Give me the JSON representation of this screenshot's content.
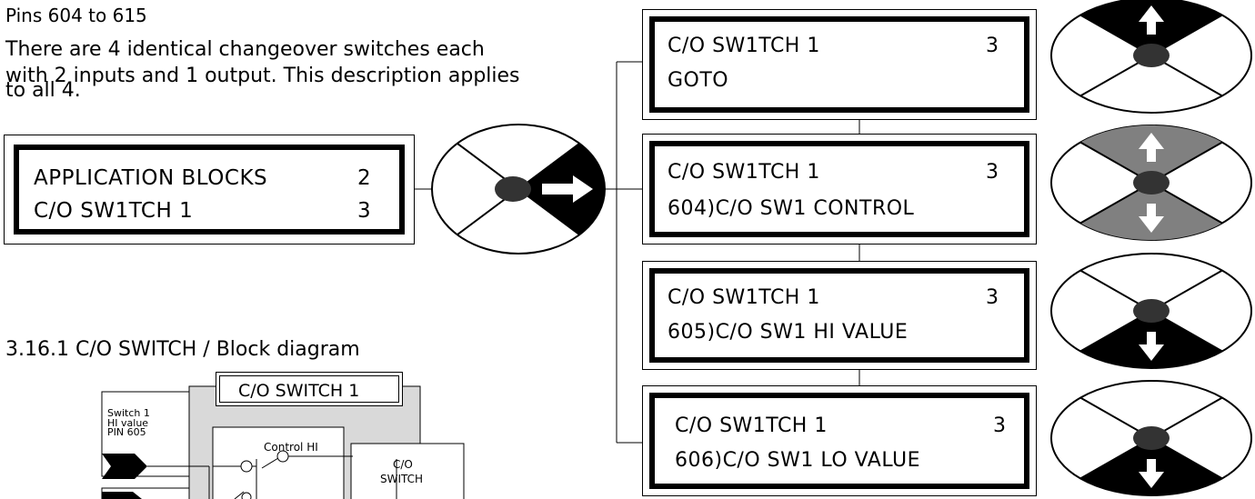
{
  "intro": {
    "pins": "Pins 604 to 615",
    "desc_line1": "There are 4 identical changeover switches each",
    "desc_line2": "with 2 inputs and 1 output. This description applies",
    "desc_line3": "to all 4."
  },
  "main_display": {
    "line1_text": "APPLICATION BLOCKS",
    "line1_num": "2",
    "line2_text": "C/O SW1TCH 1",
    "line2_num": "3"
  },
  "menus": [
    {
      "title": "C/O SW1TCH 1",
      "level": "3",
      "item": "GOTO"
    },
    {
      "title": "C/O SW1TCH 1",
      "level": "3",
      "item": "604)C/O SW1 CONTROL"
    },
    {
      "title": "C/O SW1TCH 1",
      "level": "3",
      "item": "605)C/O SW1 HI VALUE"
    },
    {
      "title": "C/O SW1TCH 1",
      "level": "3",
      "item": "606)C/O SW1 LO VALUE"
    }
  ],
  "section": {
    "heading": "3.16.1 C/O SWITCH / Block diagram"
  },
  "block": {
    "title": "C/O SWITCH 1",
    "input_line1": "Switch 1",
    "input_line2": "HI value",
    "input_line3": "PIN 605",
    "control_label": "Control HI",
    "switch_line1": "C/O",
    "switch_line2": "SWITCH"
  },
  "colors": {
    "black": "#000000",
    "grey": "#808080",
    "panel": "#d9d9d9"
  },
  "icons": [
    "right-arrow-key-icon",
    "up-arrow-key-icon",
    "up-down-arrow-key-icon",
    "down-arrow-key-icon"
  ]
}
